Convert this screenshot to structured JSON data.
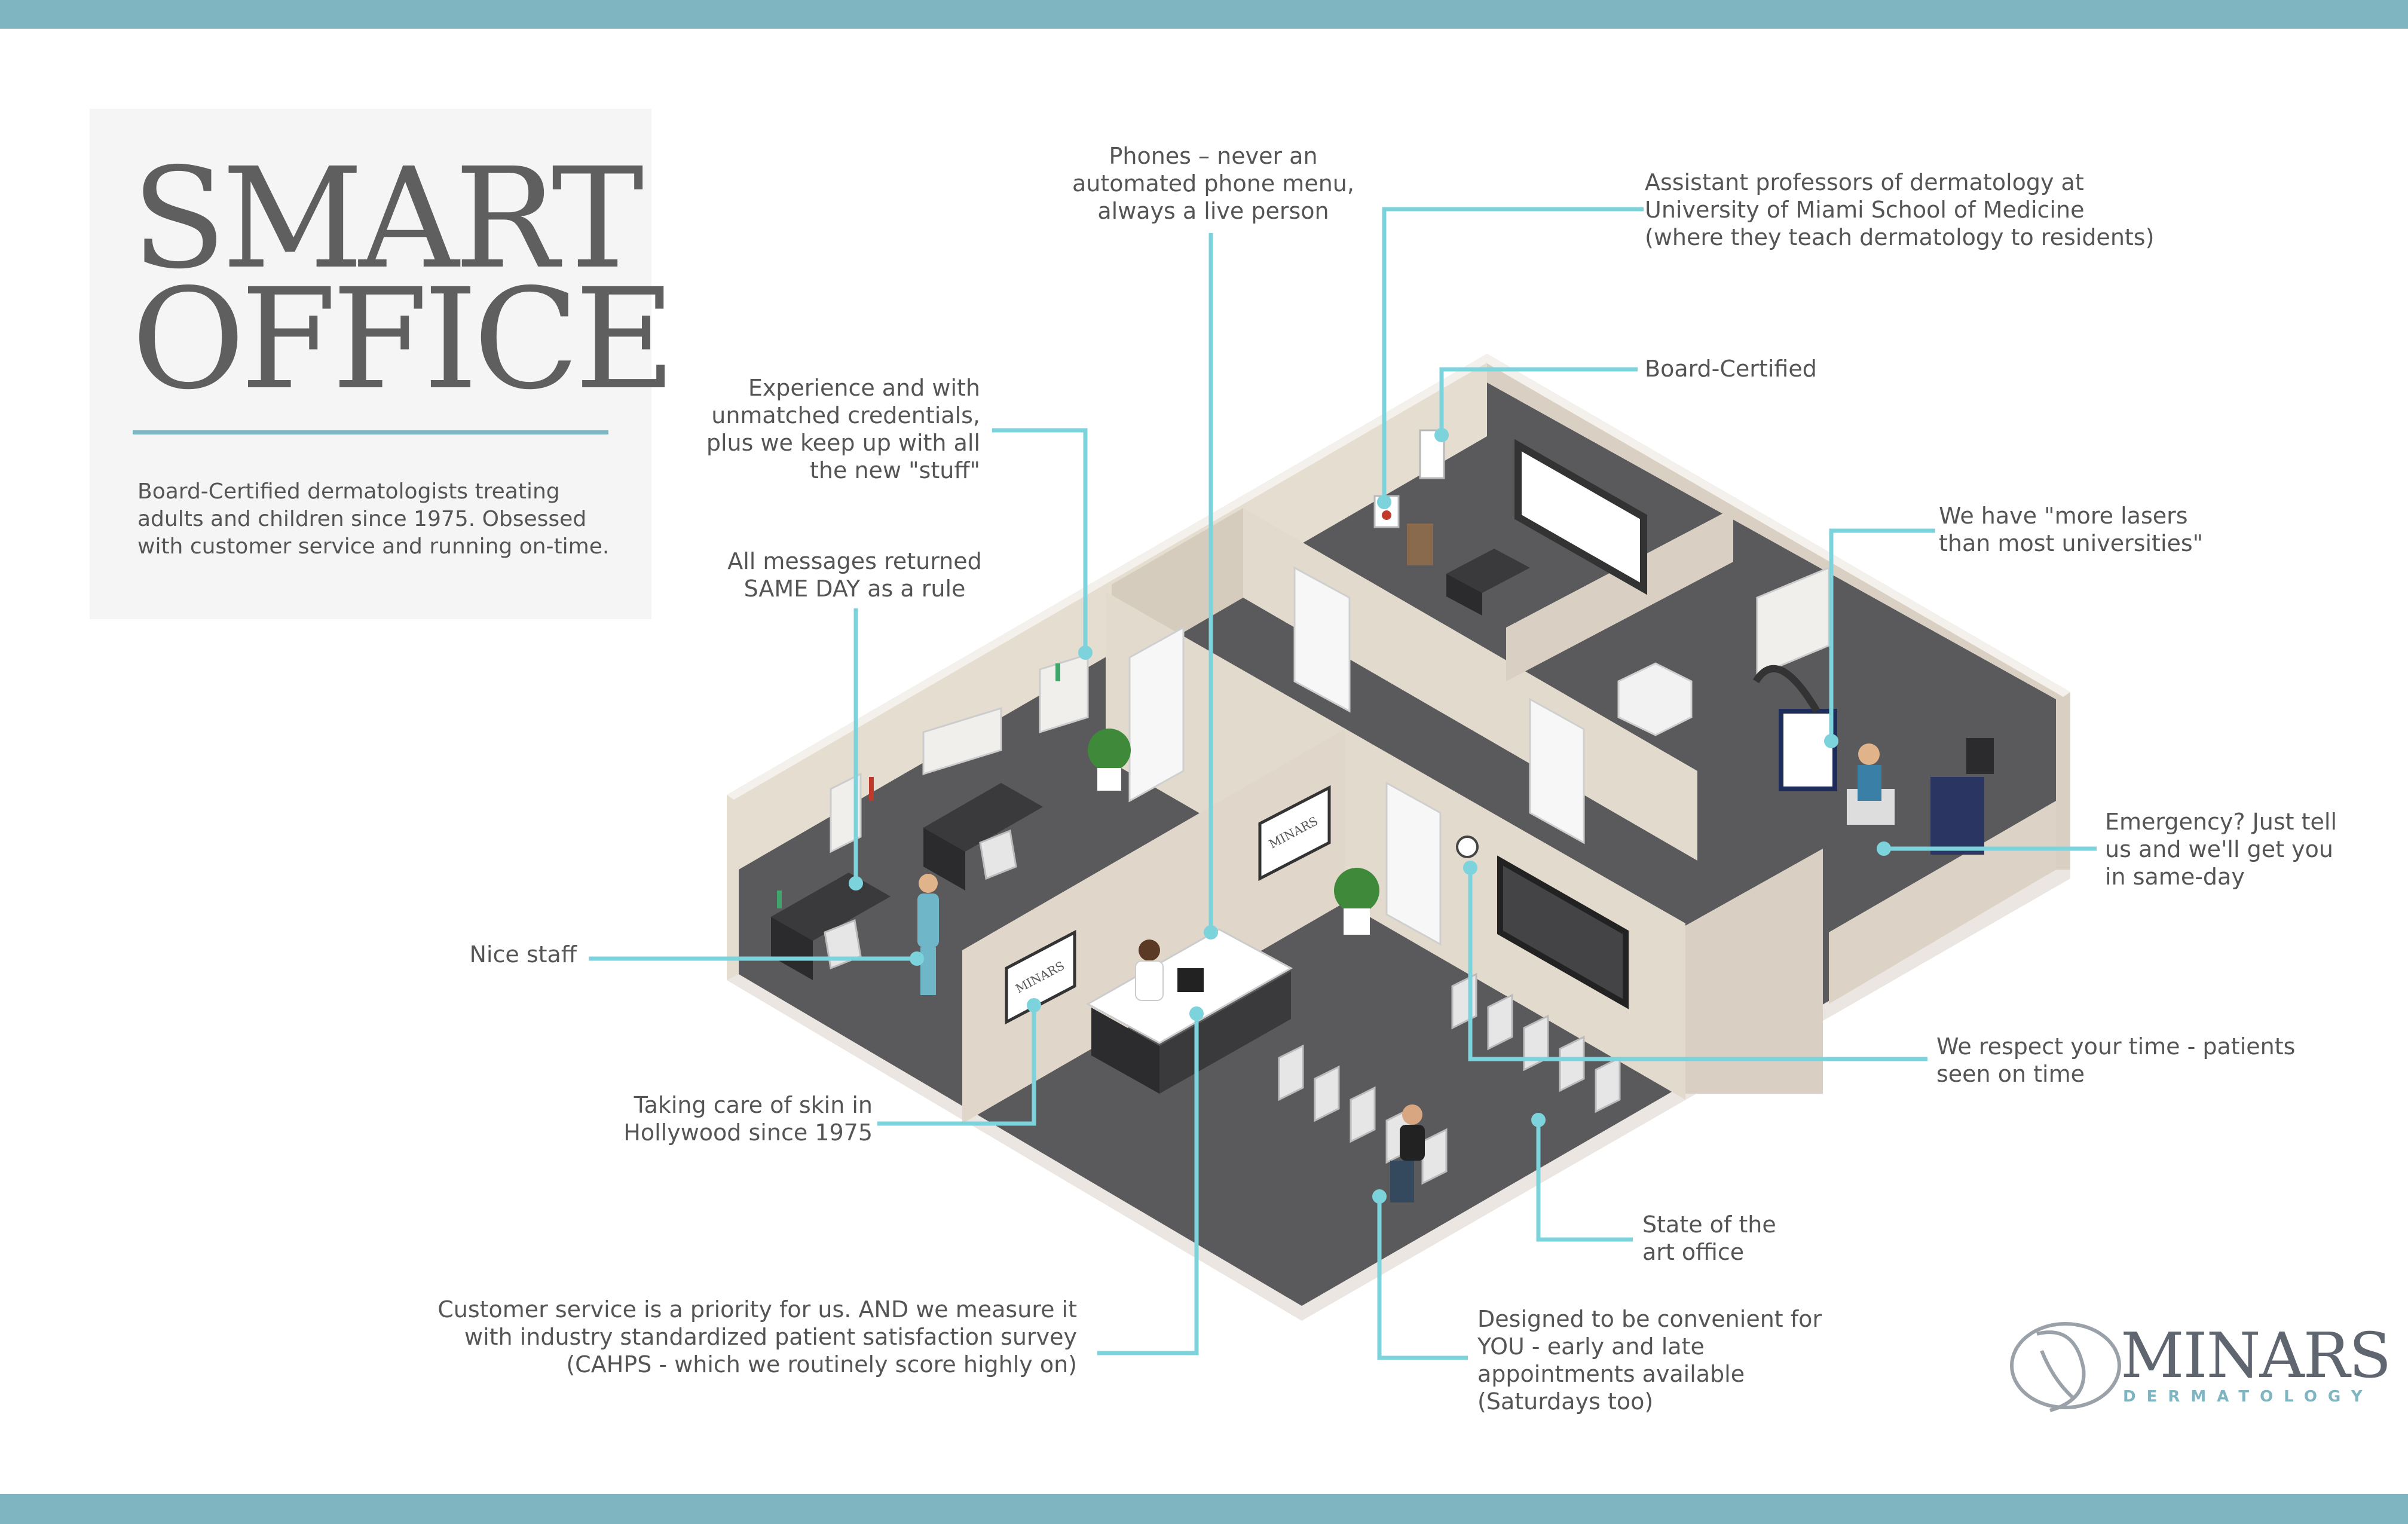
{
  "header": {
    "title_line1": "SMART",
    "title_line2": "OFFICE",
    "description": "Board-Certified dermatologists treating adults and children since 1975. Obsessed with customer service and running on-time."
  },
  "callouts": {
    "phones": "Phones – never an\nautomated phone menu,\nalways a live person",
    "professors": "Assistant professors of dermatology at\nUniversity of Miami School of Medicine\n(where they teach dermatology to residents)",
    "board_certified": "Board-Certified",
    "experience": "Experience and with\nunmatched credentials,\nplus we keep up with all\nthe new \"stuff\"",
    "lasers": "We have \"more lasers\nthan most universities\"",
    "messages": "All messages returned\nSAME DAY as a rule",
    "emergency": "Emergency? Just tell\nus and we'll get you\nin same-day",
    "nice_staff": "Nice staff",
    "respect_time": "We respect your time - patients\nseen on time",
    "hollywood": "Taking care of skin in\nHollywood since 1975",
    "state_of_art": "State of the\nart office",
    "customer_service": "Customer service is a priority for us. AND we measure it\nwith industry standardized patient satisfaction survey\n(CAHPS - which we routinely score highly on)",
    "convenient": "Designed to be convenient for\nYOU - early and late\nappointments available\n(Saturdays too)"
  },
  "logo": {
    "name": "MINARS",
    "subtitle": "DERMATOLOGY",
    "sign_text": "MINARS"
  },
  "colors": {
    "accent": "#7fb5c1",
    "leader": "#7dd3dc",
    "wall": "#e5ddd0",
    "floor": "#5a5a5c",
    "text": "#555555"
  }
}
